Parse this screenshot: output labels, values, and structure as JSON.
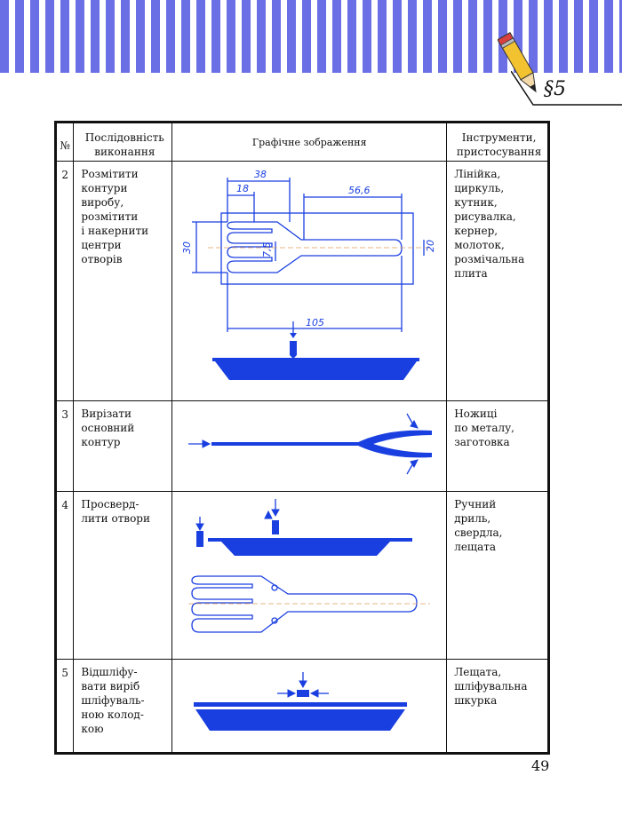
{
  "header": {
    "section": "§5",
    "colors": {
      "stripe": "#6b6fe6",
      "drawing": "#1a3fe0"
    }
  },
  "table": {
    "columns": [
      "№",
      "Послідовність виконання",
      "Графічне зображення",
      "Інструменти, пристосування"
    ],
    "rows": [
      {
        "num": "2",
        "sequence": "Розмітити\nконтури\nвиробу,\nрозмітити\nі накернити\nцентри\nотворів",
        "tools": "Лінійка,\nциркуль,\nкутник,\nрисувалка,\nкернер,\nмолоток,\nрозмічальна\nплита",
        "dimensions": [
          "38",
          "18",
          "56,6",
          "30",
          "7,5",
          "20",
          "105"
        ]
      },
      {
        "num": "3",
        "sequence": "Вирізати\nосновний\nконтур",
        "tools": "Ножиці\nпо металу,\nзаготовка"
      },
      {
        "num": "4",
        "sequence": "Просверд-\nлити отвори",
        "tools": "Ручний\nдриль,\nсвердла,\nлещата"
      },
      {
        "num": "5",
        "sequence": "Відшліфу-\nвати виріб\nшліфуваль-\nною колод-\nкою",
        "tools": "Лещата,\nшліфувальна\nшкурка"
      }
    ]
  },
  "footer": {
    "page_number": "49"
  }
}
